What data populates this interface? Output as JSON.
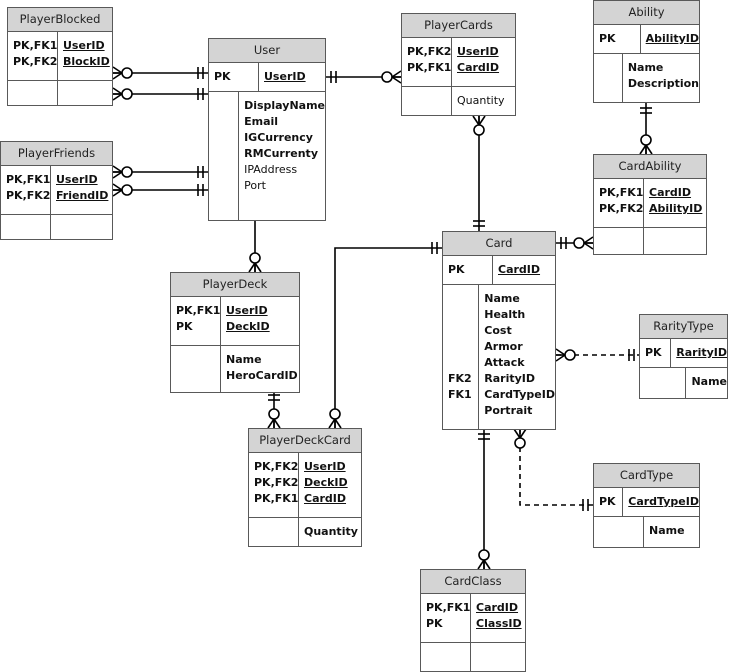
{
  "entities": {
    "player_blocked": {
      "title": "PlayerBlocked",
      "keys": [
        "PK,FK1",
        "PK,FK2"
      ],
      "pk": [
        "UserID",
        "BlockID"
      ],
      "attr_keys": [],
      "attrs": []
    },
    "player_friends": {
      "title": "PlayerFriends",
      "keys": [
        "PK,FK1",
        "PK,FK2"
      ],
      "pk": [
        "UserID",
        "FriendID"
      ],
      "attr_keys": [],
      "attrs": []
    },
    "user": {
      "title": "User",
      "keys": [
        "PK"
      ],
      "pk": [
        "UserID"
      ],
      "attr_keys": [],
      "attrs": [
        {
          "name": "DisplayName",
          "bold": true
        },
        {
          "name": "Email",
          "bold": true
        },
        {
          "name": "IGCurrency",
          "bold": true
        },
        {
          "name": "RMCurrenty",
          "bold": true
        },
        {
          "name": "IPAddress",
          "bold": false
        },
        {
          "name": "Port",
          "bold": false
        }
      ]
    },
    "player_cards": {
      "title": "PlayerCards",
      "keys": [
        "PK,FK2",
        "PK,FK1"
      ],
      "pk": [
        "UserID",
        "CardID"
      ],
      "attr_keys": [],
      "attrs": [
        {
          "name": "Quantity",
          "bold": false
        }
      ]
    },
    "ability": {
      "title": "Ability",
      "keys": [
        "PK"
      ],
      "pk": [
        "AbilityID"
      ],
      "attr_keys": [],
      "attrs": [
        {
          "name": "Name",
          "bold": true
        },
        {
          "name": "Description",
          "bold": true
        }
      ]
    },
    "card_ability": {
      "title": "CardAbility",
      "keys": [
        "PK,FK1",
        "PK,FK2"
      ],
      "pk": [
        "CardID",
        "AbilityID"
      ],
      "attr_keys": [],
      "attrs": []
    },
    "player_deck": {
      "title": "PlayerDeck",
      "keys": [
        "PK,FK1",
        "PK"
      ],
      "pk": [
        "UserID",
        "DeckID"
      ],
      "attr_keys": [],
      "attrs": [
        {
          "name": "Name",
          "bold": true
        },
        {
          "name": "HeroCardID",
          "bold": true
        }
      ]
    },
    "card": {
      "title": "Card",
      "keys": [
        "PK"
      ],
      "pk": [
        "CardID"
      ],
      "attr_keys": [
        "",
        "",
        "",
        "",
        "",
        "FK2",
        "FK1",
        ""
      ],
      "attrs": [
        {
          "name": "Name",
          "bold": true
        },
        {
          "name": "Health",
          "bold": true
        },
        {
          "name": "Cost",
          "bold": true
        },
        {
          "name": "Armor",
          "bold": true
        },
        {
          "name": "Attack",
          "bold": true
        },
        {
          "name": "RarityID",
          "bold": true
        },
        {
          "name": "CardTypeID",
          "bold": true
        },
        {
          "name": "Portrait",
          "bold": true
        }
      ]
    },
    "rarity_type": {
      "title": "RarityType",
      "keys": [
        "PK"
      ],
      "pk": [
        "RarityID"
      ],
      "attr_keys": [],
      "attrs": [
        {
          "name": "Name",
          "bold": true
        }
      ]
    },
    "player_deck_card": {
      "title": "PlayerDeckCard",
      "keys": [
        "PK,FK2",
        "PK,FK2",
        "PK,FK1"
      ],
      "pk": [
        "UserID",
        "DeckID",
        "CardID"
      ],
      "attr_keys": [],
      "attrs": [
        {
          "name": "Quantity",
          "bold": true
        }
      ]
    },
    "card_type": {
      "title": "CardType",
      "keys": [
        "PK"
      ],
      "pk": [
        "CardTypeID"
      ],
      "attr_keys": [],
      "attrs": [
        {
          "name": "Name",
          "bold": true
        }
      ]
    },
    "card_class": {
      "title": "CardClass",
      "keys": [
        "PK,FK1",
        "PK"
      ],
      "pk": [
        "CardID",
        "ClassID"
      ],
      "attr_keys": [],
      "attrs": []
    }
  },
  "relationships": [
    {
      "from": "player_blocked",
      "to": "user",
      "style": "solid",
      "from_end": "zero-many",
      "to_end": "one-one"
    },
    {
      "from": "player_blocked",
      "to": "user",
      "style": "solid",
      "from_end": "zero-many",
      "to_end": "one-one"
    },
    {
      "from": "player_friends",
      "to": "user",
      "style": "solid",
      "from_end": "zero-many",
      "to_end": "one-one"
    },
    {
      "from": "player_friends",
      "to": "user",
      "style": "solid",
      "from_end": "zero-many",
      "to_end": "one-one"
    },
    {
      "from": "user",
      "to": "player_cards",
      "style": "solid",
      "from_end": "one-one",
      "to_end": "zero-many"
    },
    {
      "from": "player_cards",
      "to": "card",
      "style": "solid",
      "from_end": "zero-many",
      "to_end": "one-one"
    },
    {
      "from": "ability",
      "to": "card_ability",
      "style": "solid",
      "from_end": "one-one",
      "to_end": "zero-many"
    },
    {
      "from": "card_ability",
      "to": "card",
      "style": "solid",
      "from_end": "zero-many",
      "to_end": "one-one"
    },
    {
      "from": "user",
      "to": "player_deck",
      "style": "solid",
      "from_end": "one-one",
      "to_end": "zero-many"
    },
    {
      "from": "player_deck",
      "to": "player_deck_card",
      "style": "solid",
      "from_end": "one-one",
      "to_end": "zero-many"
    },
    {
      "from": "card",
      "to": "player_deck_card",
      "style": "solid",
      "from_end": "one-one",
      "to_end": "zero-many"
    },
    {
      "from": "card",
      "to": "rarity_type",
      "style": "dashed",
      "from_end": "zero-many",
      "to_end": "one-one"
    },
    {
      "from": "card",
      "to": "card_type",
      "style": "dashed",
      "from_end": "zero-many",
      "to_end": "one-one"
    },
    {
      "from": "card",
      "to": "card_class",
      "style": "solid",
      "from_end": "one-one",
      "to_end": "zero-many"
    }
  ],
  "colors": {
    "header_fill": "#d4d4d4",
    "border": "#595959",
    "line": "#000000"
  }
}
